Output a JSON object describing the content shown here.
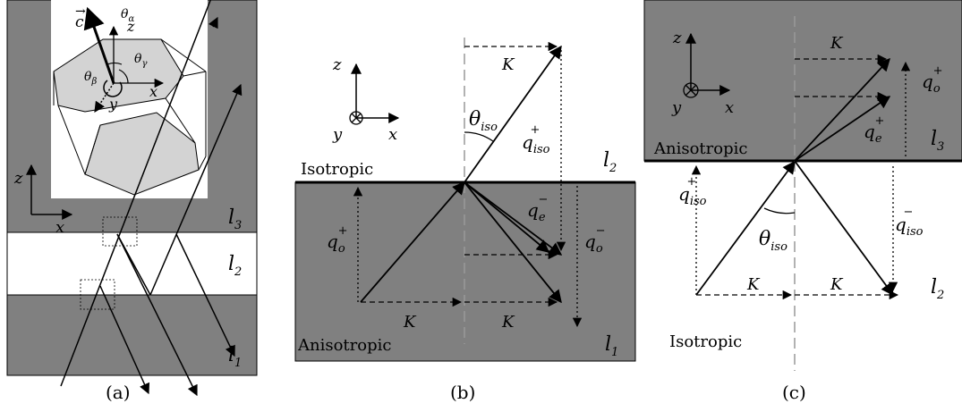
{
  "panel_a": {
    "caption": "(a)",
    "layer_labels": {
      "l3": {
        "base": "l",
        "sub": "3"
      },
      "l2": {
        "base": "l",
        "sub": "2"
      },
      "l1": {
        "base": "l",
        "sub": "1"
      }
    },
    "axes": {
      "z": "z",
      "x": "x"
    },
    "inset": {
      "c_vector": "c",
      "z": "z",
      "x": "x",
      "y": "y",
      "theta_alpha": {
        "base": "θ",
        "sub": "α"
      },
      "theta_beta": {
        "base": "θ",
        "sub": "β"
      },
      "theta_gamma": {
        "base": "θ",
        "sub": "γ"
      }
    }
  },
  "panel_b": {
    "caption": "(b)",
    "top_region": "Isotropic",
    "bottom_region": "Anisotropic",
    "layer_labels": {
      "l2": {
        "base": "l",
        "sub": "2"
      },
      "l1": {
        "base": "l",
        "sub": "1"
      }
    },
    "axes": {
      "z": "z",
      "x": "x",
      "y": "y"
    },
    "K_top": "K",
    "K_bottom_left": "K",
    "K_bottom_right": "K",
    "theta_iso": {
      "base": "θ",
      "sub": "iso"
    },
    "q_iso_plus": {
      "base": "q",
      "sub": "iso",
      "sup": "+"
    },
    "q_e_minus": {
      "base": "q",
      "sub": "e",
      "sup": "−"
    },
    "q_o_plus": {
      "base": "q",
      "sub": "o",
      "sup": "+"
    },
    "q_o_minus": {
      "base": "q",
      "sub": "o",
      "sup": "−"
    }
  },
  "panel_c": {
    "caption": "(c)",
    "top_region": "Anisotropic",
    "bottom_region": "Isotropic",
    "layer_labels": {
      "l3": {
        "base": "l",
        "sub": "3"
      },
      "l2": {
        "base": "l",
        "sub": "2"
      }
    },
    "axes": {
      "z": "z",
      "x": "x",
      "y": "y"
    },
    "K_top": "K",
    "K_bottom_left": "K",
    "K_bottom_right": "K",
    "theta_iso": {
      "base": "θ",
      "sub": "iso"
    },
    "q_o_plus": {
      "base": "q",
      "sub": "o",
      "sup": "+"
    },
    "q_e_plus": {
      "base": "q",
      "sub": "e",
      "sup": "+"
    },
    "q_iso_plus": {
      "base": "q",
      "sub": "iso",
      "sup": "+"
    },
    "q_iso_minus": {
      "base": "q",
      "sub": "iso",
      "sup": "−"
    }
  },
  "colors": {
    "layer_gray": "#808080",
    "white": "#ffffff",
    "crystal_face": "#d3d3d3",
    "ink": "#000000",
    "dashed_normal": "#999999"
  }
}
